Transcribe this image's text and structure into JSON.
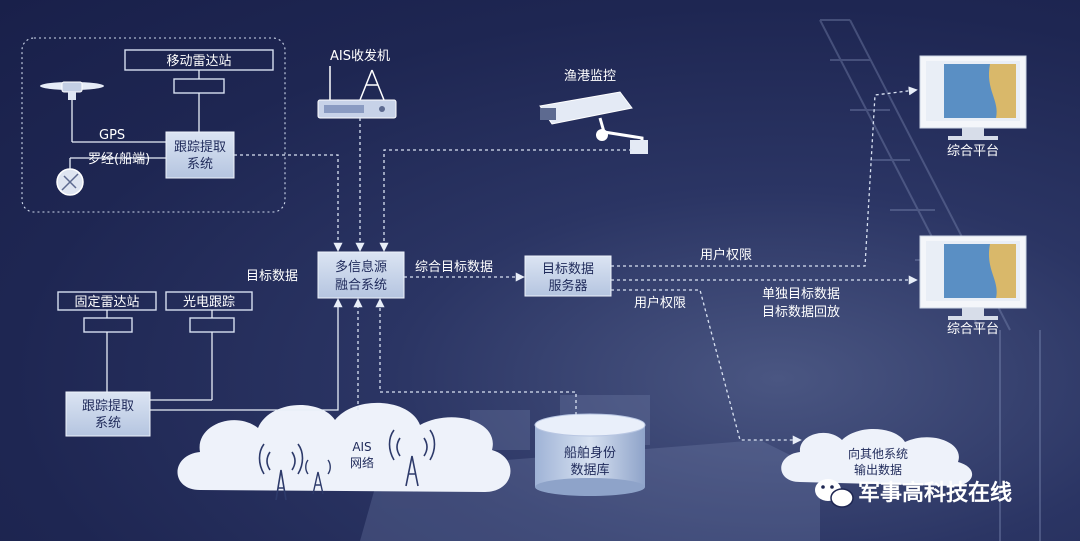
{
  "labels": {
    "mobile_radar": "移动雷达站",
    "gps": "GPS",
    "compass": "罗经(船端)",
    "tracking_mobile_1": "跟踪提取",
    "tracking_mobile_2": "系统",
    "ais_transceiver": "AIS收发机",
    "harbor_monitor": "渔港监控",
    "platform_top": "综合平台",
    "platform_bottom": "综合平台",
    "target_data": "目标数据",
    "fusion_1": "多信息源",
    "fusion_2": "融合系统",
    "integrated_target_data": "综合目标数据",
    "server_1": "目标数据",
    "server_2": "服务器",
    "user_rights_top": "用户权限",
    "user_rights_bottom": "用户权限",
    "single_target": "单独目标数据",
    "target_playback": "目标数据回放",
    "fixed_radar": "固定雷达站",
    "eo_tracking": "光电跟踪",
    "tracking_fixed_1": "跟踪提取",
    "tracking_fixed_2": "系统",
    "ais_network_1": "AIS",
    "ais_network_2": "网络",
    "ship_db_1": "船舶身份",
    "ship_db_2": "数据库",
    "output_1": "向其他系统",
    "output_2": "输出数据"
  },
  "watermark": "军事高科技在线",
  "icons": [
    "gps-antenna-icon",
    "compass-icon",
    "ais-transceiver-icon",
    "surveillance-camera-icon",
    "monitor-icon",
    "radio-tower-icon",
    "database-icon",
    "cloud-icon",
    "wechat-icon"
  ],
  "colors": {
    "background": "#1e2652",
    "box": "#c9d6ea",
    "text_dark": "#1f2a5a",
    "cloud": "#eef2fa"
  }
}
